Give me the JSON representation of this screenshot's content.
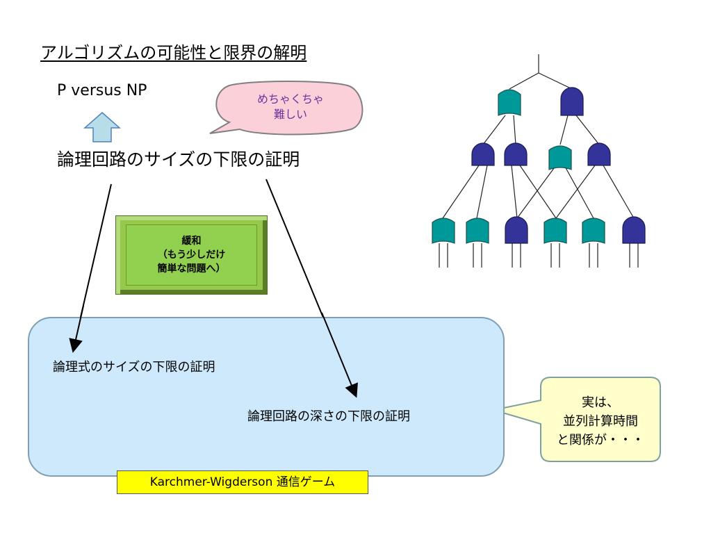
{
  "title": "アルゴリズムの可能性と限界の解明",
  "p_vs_np": "P versus NP",
  "circuit_size_lower_bound": "論理回路のサイズの下限の証明",
  "pink_callout": {
    "line1": "めちゃくちゃ",
    "line2": "難しい",
    "text_color": "#7030a0",
    "fill_color": "#fbd0d9"
  },
  "relaxation_box": {
    "line1": "緩和",
    "line2": "（もう少しだけ",
    "line3": "簡単な問題へ）",
    "fill_color": "#92d050"
  },
  "kw_panel": {
    "formula_size_lower_bound": "論理式のサイズの下限の証明",
    "circuit_depth_lower_bound": "論理回路の深さの下限の証明",
    "label": "Karchmer-Wigderson 通信ゲーム",
    "fill_color": "#cde9fb",
    "label_color": "#ffff00"
  },
  "yellow_callout": {
    "line1": "実は、",
    "line2": "並列計算時間",
    "line3": "と関係が・・・",
    "fill_color": "#ffffcc"
  },
  "gate_colors": {
    "or_gate": "#009999",
    "and_gate": "#333399"
  },
  "up_arrow_color": "#b7dee8"
}
